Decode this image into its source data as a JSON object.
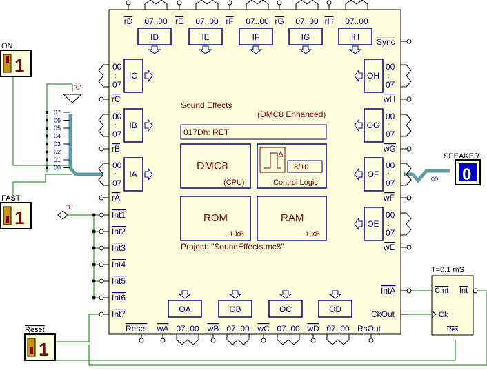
{
  "top_ports": [
    {
      "r": "rD",
      "range": "07..00",
      "reg": "ID"
    },
    {
      "r": "rE",
      "range": "07..00",
      "reg": "IE"
    },
    {
      "r": "rF",
      "range": "07..00",
      "reg": "IF"
    },
    {
      "r": "rG",
      "range": "07..00",
      "reg": "IG"
    },
    {
      "r": "rH",
      "range": "07..00",
      "reg": "IH"
    }
  ],
  "sync_label": "Sync",
  "left_ports": [
    {
      "hi": "00",
      "lo": "07",
      "reg": "IC",
      "r": "rC"
    },
    {
      "hi": "00",
      "lo": "07",
      "reg": "IB",
      "r": "rB"
    },
    {
      "hi": "00",
      "lo": "07",
      "reg": "IA",
      "r": "rA"
    }
  ],
  "right_ports": [
    {
      "hi": "00",
      "lo": "07",
      "reg": "OH",
      "w": "wH"
    },
    {
      "hi": "00",
      "lo": "07",
      "reg": "OG",
      "w": "wG"
    },
    {
      "hi": "00",
      "lo": "07",
      "reg": "OF",
      "w": "wF"
    },
    {
      "hi": "00",
      "lo": "07",
      "reg": "OE",
      "w": "wE"
    }
  ],
  "interrupts": [
    "Int1",
    "Int2",
    "Int3",
    "Int4",
    "Int5",
    "Int6",
    "Int7"
  ],
  "bottom_ports": [
    {
      "reg": "OA",
      "w": "wA",
      "range": "07..00"
    },
    {
      "reg": "OB",
      "w": "wB",
      "range": "07..00"
    },
    {
      "reg": "OC",
      "w": "wC",
      "range": "07..00"
    },
    {
      "reg": "OD",
      "w": "wD",
      "range": "07..00"
    }
  ],
  "reset_pin": "Reset",
  "rsout_pin": "RsOut",
  "inta_pin": "IntA",
  "ckout_pin": "CkOut",
  "chip": {
    "title": "Sound Effects",
    "variant": "(DMC8 Enhanced)",
    "display": "017Dh:  RET",
    "cpu": "DMC8",
    "cpu_sub": "(CPU)",
    "control": "Control Logic",
    "ratio": "8/10",
    "rom": "ROM",
    "rom_size": "1 kB",
    "ram": "RAM",
    "ram_size": "1 kB",
    "project": "Project:  \"SoundEffects.mc8\""
  },
  "switches": {
    "on": {
      "label": "ON",
      "value": "1"
    },
    "fast": {
      "label": "FAST",
      "value": "1"
    },
    "reset": {
      "label": "Reset",
      "value": "1"
    }
  },
  "speaker": {
    "label": "SPEAKER",
    "value": "0"
  },
  "bus_labels": [
    "07",
    "06",
    "05",
    "04",
    "03",
    "02",
    "01",
    "00"
  ],
  "const_zero": "'0'",
  "const_one": "'1'",
  "bus_out_label": "00",
  "timer": {
    "title": "T=0.1 mS",
    "cint": "CInt",
    "int": "Int",
    "ck": "Ck",
    "res": "Res"
  },
  "colors": {
    "chip_fill": "#FFFFE0",
    "chip_text": "#800000",
    "pin_text": "#000080",
    "block": "#000080",
    "wire": "#008000",
    "bus": "#5F9EA0"
  }
}
